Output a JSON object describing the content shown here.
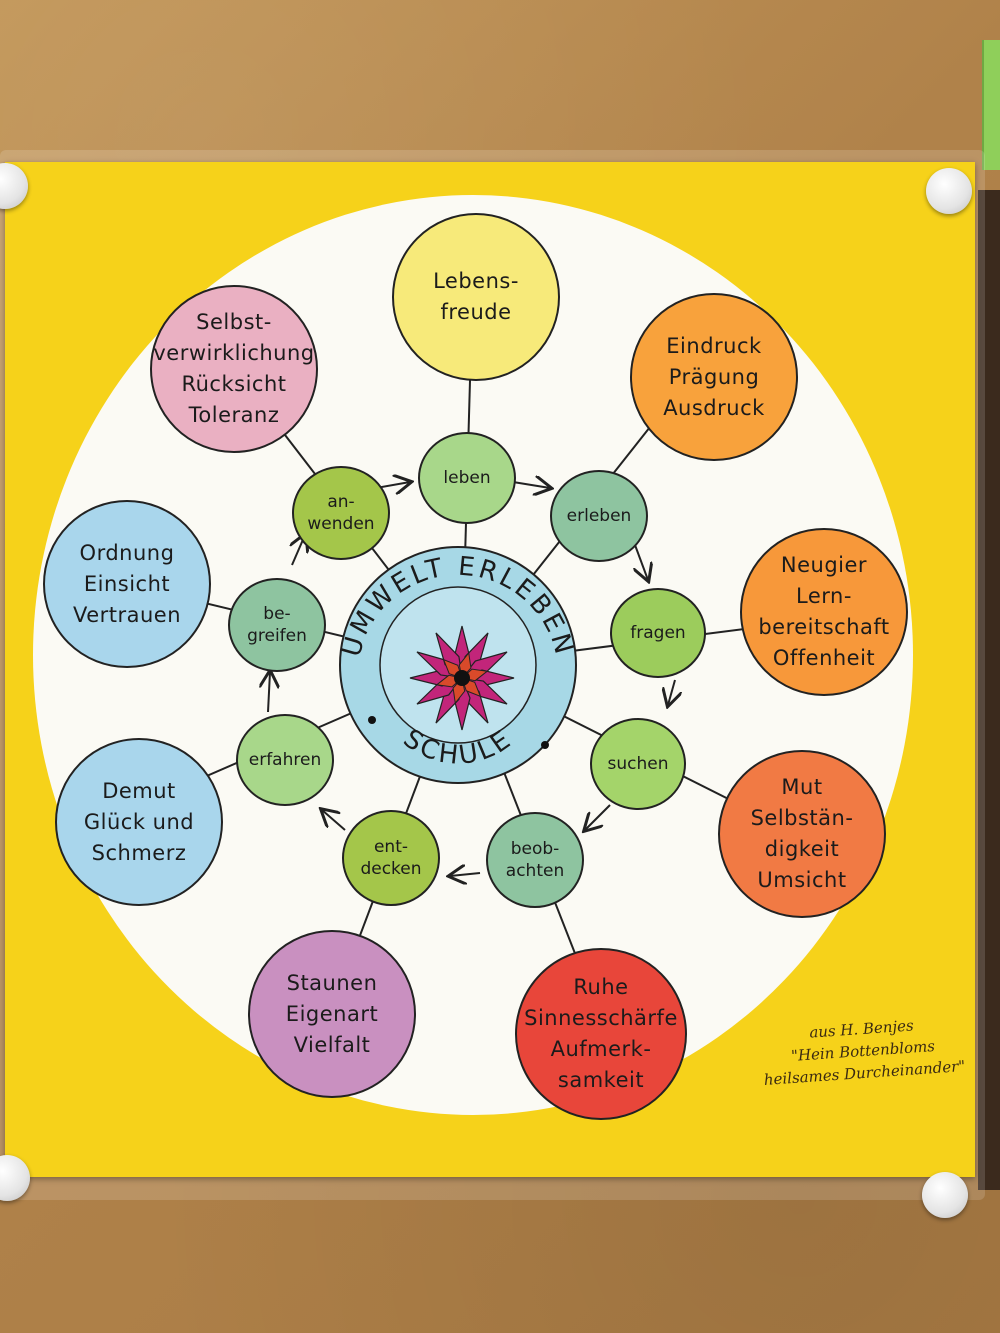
{
  "colors": {
    "poster_yellow": "#f6d21a",
    "center_blue": "#a7d8e6",
    "flower_magenta": "#c2257a",
    "node_green": "#9ccc5c"
  },
  "center": {
    "top_text": "UMWELT ERLEBEN",
    "bottom_text": "SCHULE"
  },
  "nodes": [
    {
      "name": "leben",
      "lines": [
        "leben"
      ]
    },
    {
      "name": "erleben",
      "lines": [
        "erleben"
      ]
    },
    {
      "name": "fragen",
      "lines": [
        "fragen"
      ]
    },
    {
      "name": "suchen",
      "lines": [
        "suchen"
      ]
    },
    {
      "name": "beobachten",
      "lines": [
        "beob-",
        "achten"
      ]
    },
    {
      "name": "entdecken",
      "lines": [
        "ent-",
        "decken"
      ]
    },
    {
      "name": "erfahren",
      "lines": [
        "erfahren"
      ]
    },
    {
      "name": "begreifen",
      "lines": [
        "be-",
        "greifen"
      ]
    },
    {
      "name": "anwenden",
      "lines": [
        "an-",
        "wenden"
      ]
    }
  ],
  "bubbles": [
    {
      "name": "lebensfreude",
      "lines": [
        "Lebens-",
        "freude"
      ]
    },
    {
      "name": "eindruck",
      "lines": [
        "Eindruck",
        "Prägung",
        "Ausdruck"
      ]
    },
    {
      "name": "neugier",
      "lines": [
        "Neugier",
        "Lern-",
        "bereitschaft",
        "Offenheit"
      ]
    },
    {
      "name": "mut",
      "lines": [
        "Mut",
        "Selbstän-",
        "digkeit",
        "Umsicht"
      ]
    },
    {
      "name": "ruhe",
      "lines": [
        "Ruhe",
        "Sinnesschärfe",
        "Aufmerk-",
        "samkeit"
      ]
    },
    {
      "name": "staunen",
      "lines": [
        "Staunen",
        "Eigenart",
        "Vielfalt"
      ]
    },
    {
      "name": "demut",
      "lines": [
        "Demut",
        "Glück und",
        "Schmerz"
      ]
    },
    {
      "name": "ordnung",
      "lines": [
        "Ordnung",
        "Einsicht",
        "Vertrauen"
      ]
    },
    {
      "name": "selbstverwirklichung",
      "lines": [
        "Selbst-",
        "verwirklichung",
        "Rücksicht",
        "Toleranz"
      ]
    }
  ],
  "credit": {
    "lines": [
      "aus H. Benjes",
      "\"Hein Bottenbloms",
      "heilsames Durcheinander\""
    ]
  }
}
